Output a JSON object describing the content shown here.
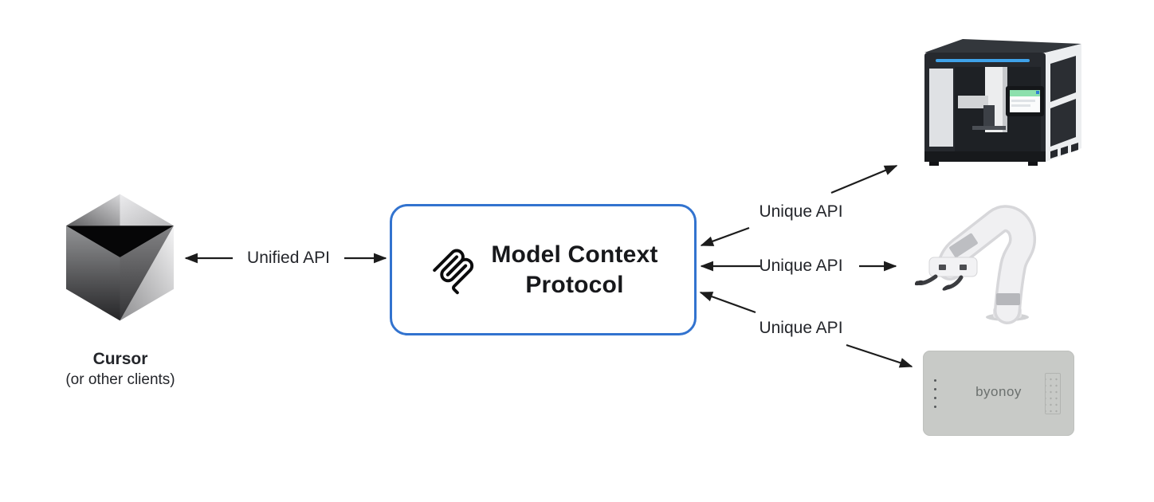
{
  "colors": {
    "hub-border": "#3273cf",
    "arrow": "#1c1c1c",
    "machine-stripe": "#3fa2e9",
    "text": "#24262b"
  },
  "client": {
    "label": "Cursor",
    "sublabel": "(or other clients)"
  },
  "hub": {
    "title_line1": "Model Context",
    "title_line2": "Protocol"
  },
  "edges": {
    "unified": {
      "label": "Unified API"
    },
    "unique_top": {
      "label": "Unique API"
    },
    "unique_middle": {
      "label": "Unique API"
    },
    "unique_bottom": {
      "label": "Unique API"
    }
  },
  "devices": {
    "plate_reader": {
      "brand": "byonoy"
    }
  }
}
